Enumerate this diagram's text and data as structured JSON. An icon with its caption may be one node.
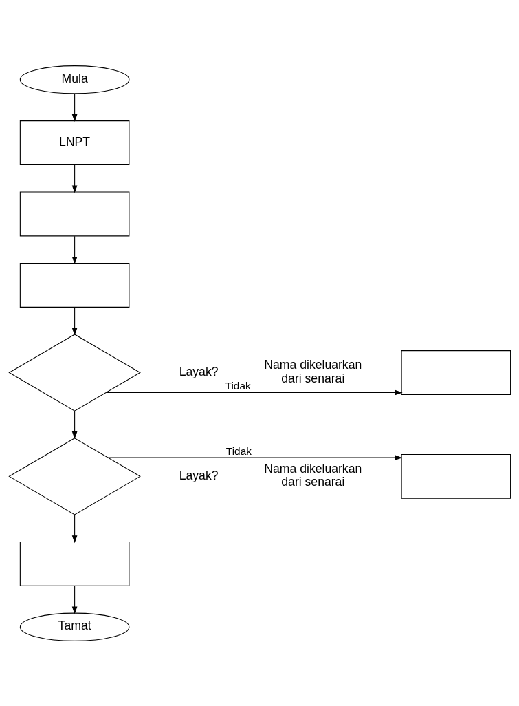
{
  "diagram": {
    "nodes": [
      {
        "text": [
          "Mula"
        ]
      },
      {
        "text": [
          "LNPT"
        ]
      },
      {
        "text": [],
        "shape": "box"
      },
      {
        "text": [],
        "shape": "box"
      },
      {
        "text": [],
        "shape": "diamond",
        "beside": [
          "Layak?"
        ]
      },
      {
        "text": [],
        "shape": "box",
        "beside": [
          "Nama dikeluarkan dari senarai"
        ]
      },
      {
        "text": [],
        "shape": "diamond",
        "beside": [
          "Layak?"
        ]
      },
      {
        "text": [],
        "shape": "box",
        "beside": [
          "Nama dikeluarkan dari senarai"
        ]
      },
      {
        "text": [],
        "shape": "box"
      },
      {
        "text": [
          "Tamat"
        ]
      }
    ],
    "edges": [
      {
        "from": 0,
        "to": 1,
        "arrow": "to"
      },
      {
        "from": 1,
        "to": 2,
        "arrow": "to"
      },
      {
        "from": 2,
        "to": 3,
        "arrow": "to"
      },
      {
        "from": 3,
        "to": 4,
        "arrow": "to"
      },
      {
        "from": 4,
        "to": 5,
        "arrow": "to",
        "label": "Tidak"
      },
      {
        "from": 4,
        "to": 6,
        "arrow": "to"
      },
      {
        "from": 6,
        "to": 7,
        "arrow": "to",
        "label": "Tidak"
      },
      {
        "from": 6,
        "to": 8,
        "arrow": "to"
      },
      {
        "from": 8,
        "to": 9,
        "arrow": "to"
      }
    ]
  }
}
